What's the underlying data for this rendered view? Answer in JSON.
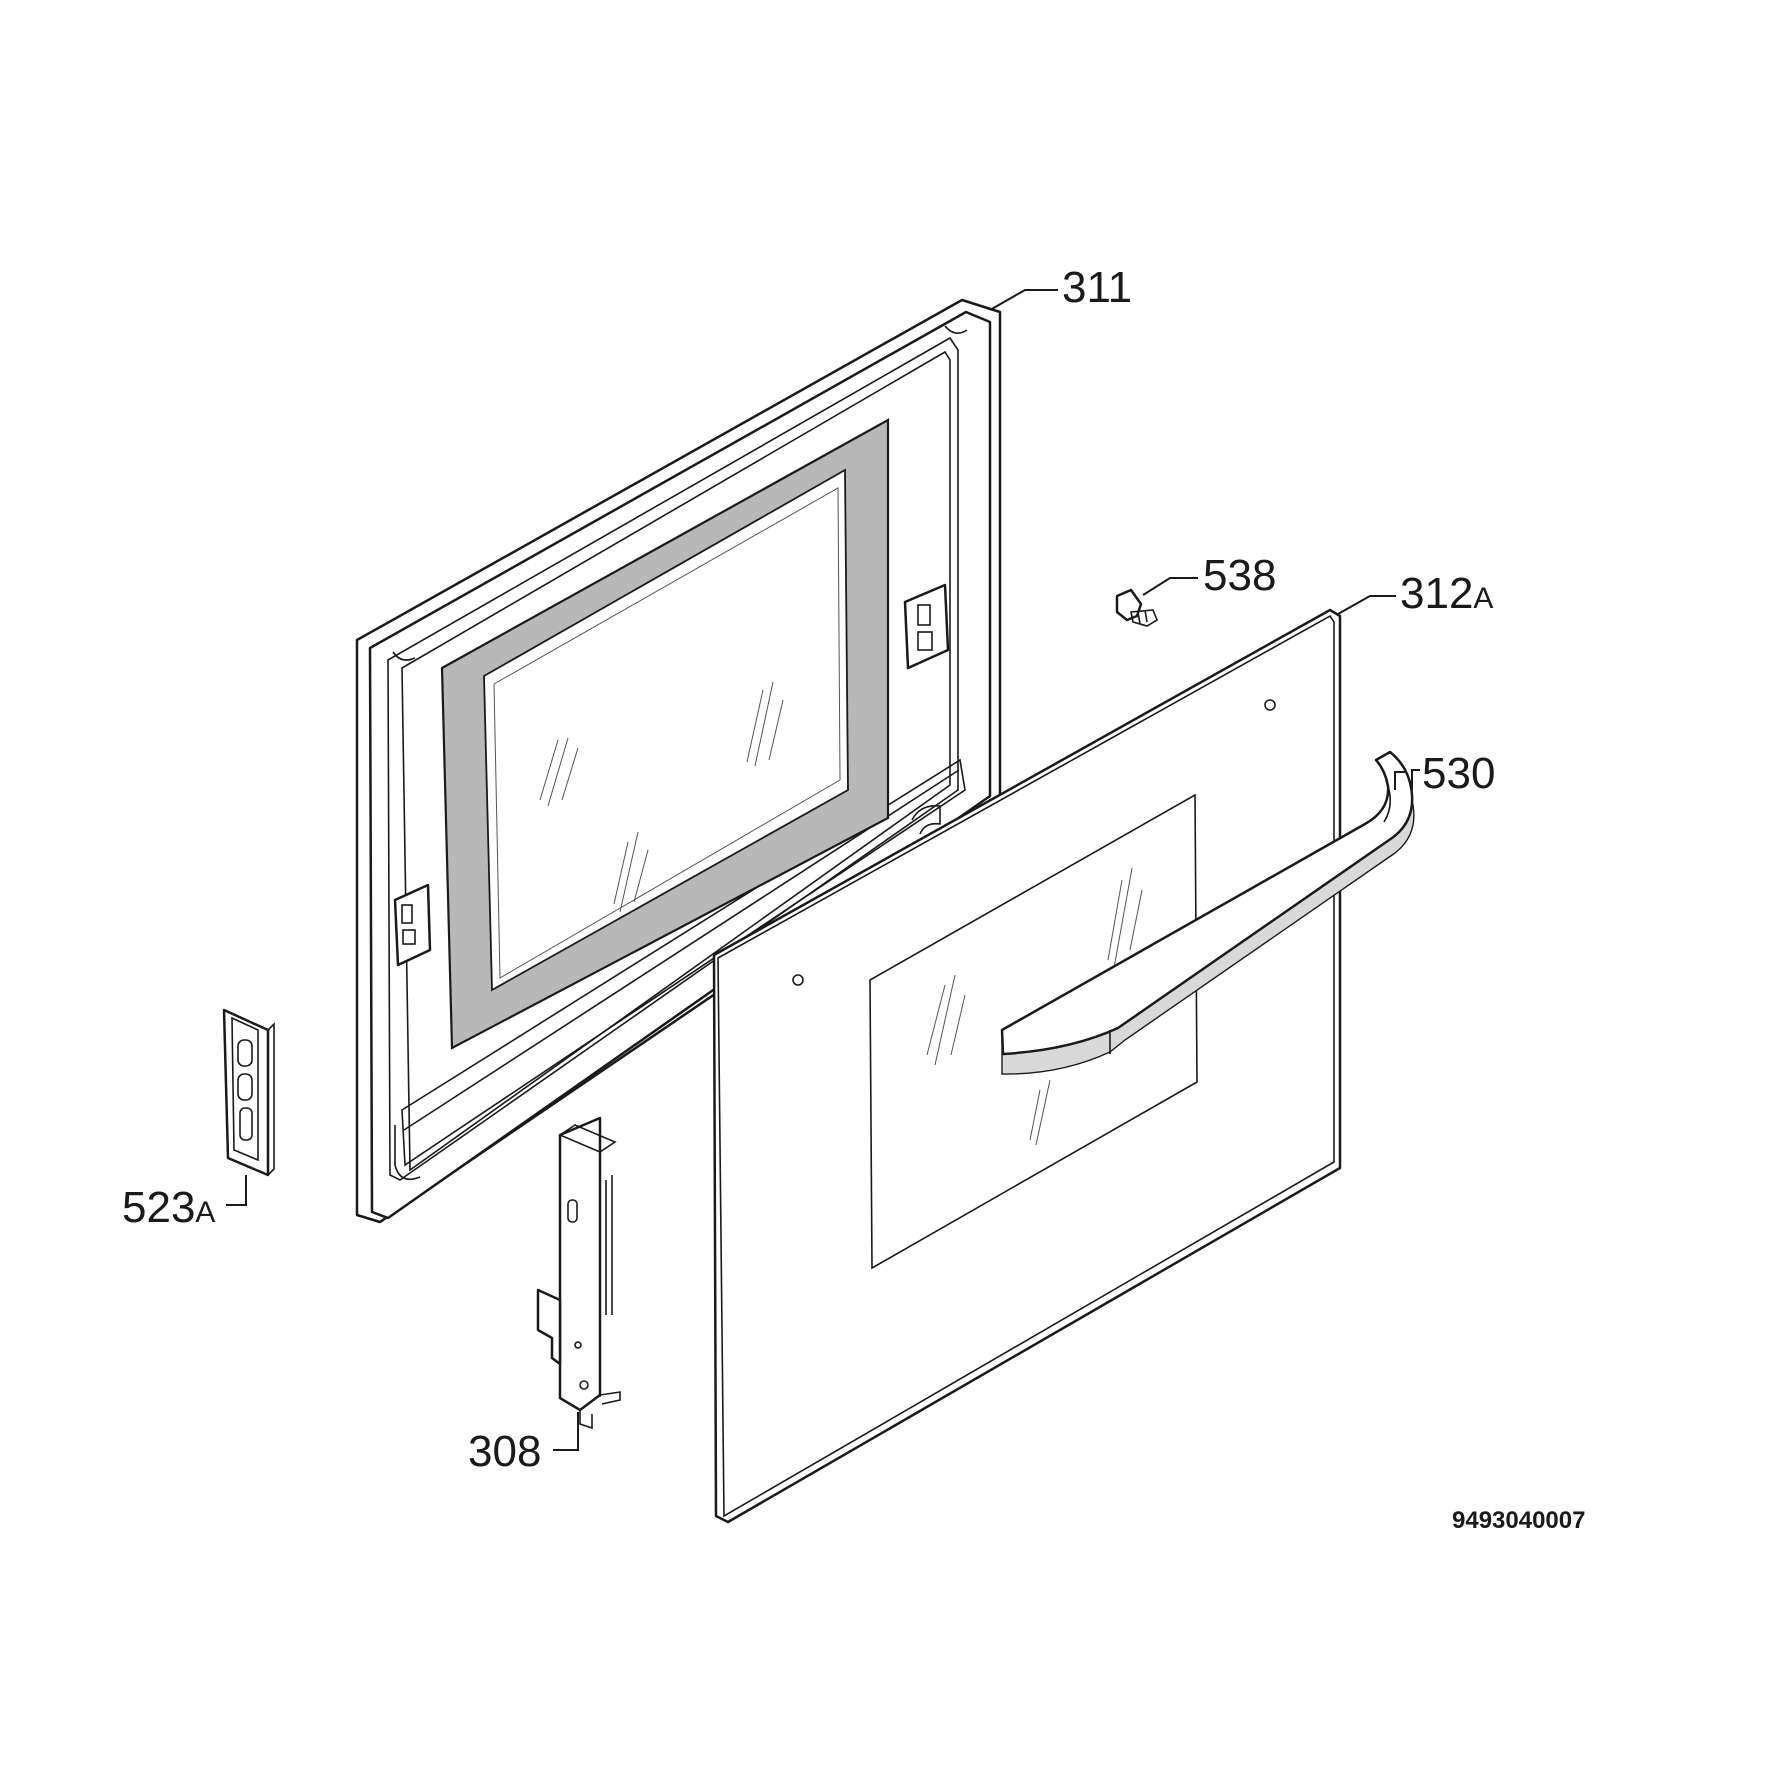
{
  "labels": {
    "door_frame": "311",
    "screw": "538",
    "outer_glass_number": "312",
    "outer_glass_suffix": "A",
    "handle": "530",
    "hinge_cover_number": "523",
    "hinge_cover_suffix": "A",
    "hinge": "308"
  },
  "drawing_number": "9493040007"
}
